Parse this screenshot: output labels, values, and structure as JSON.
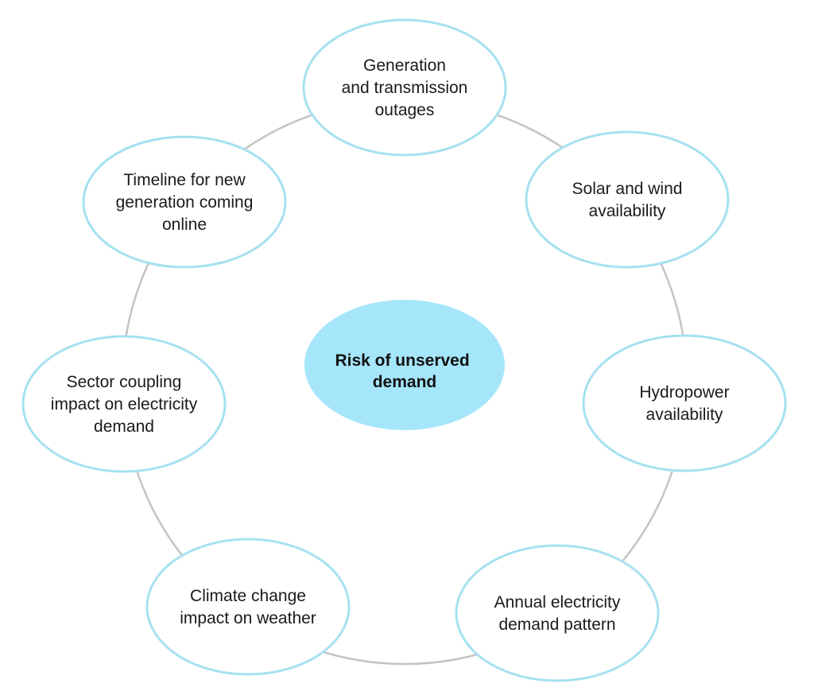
{
  "colors": {
    "ring": "#c4c4c4",
    "node_stroke": "#a6e1f0",
    "node_fill": "#ffffff",
    "center_fill": "#a6e6fb",
    "text": "#1a1a1a"
  },
  "center": {
    "lines": [
      "Risk of unserved",
      "demand"
    ]
  },
  "nodes": [
    {
      "id": "generation-transmission-outages",
      "lines": [
        "Generation",
        "and transmission",
        "outages"
      ]
    },
    {
      "id": "solar-wind-availability",
      "lines": [
        "Solar and wind",
        "availability"
      ]
    },
    {
      "id": "hydropower-availability",
      "lines": [
        "Hydropower",
        "availability"
      ]
    },
    {
      "id": "annual-demand-pattern",
      "lines": [
        "Annual electricity",
        "demand pattern"
      ]
    },
    {
      "id": "climate-change-weather",
      "lines": [
        "Climate change",
        "impact on weather"
      ]
    },
    {
      "id": "sector-coupling-demand",
      "lines": [
        "Sector coupling",
        "impact on electricity",
        "demand"
      ]
    },
    {
      "id": "timeline-new-generation",
      "lines": [
        "Timeline for new",
        "generation coming",
        "online"
      ]
    }
  ]
}
